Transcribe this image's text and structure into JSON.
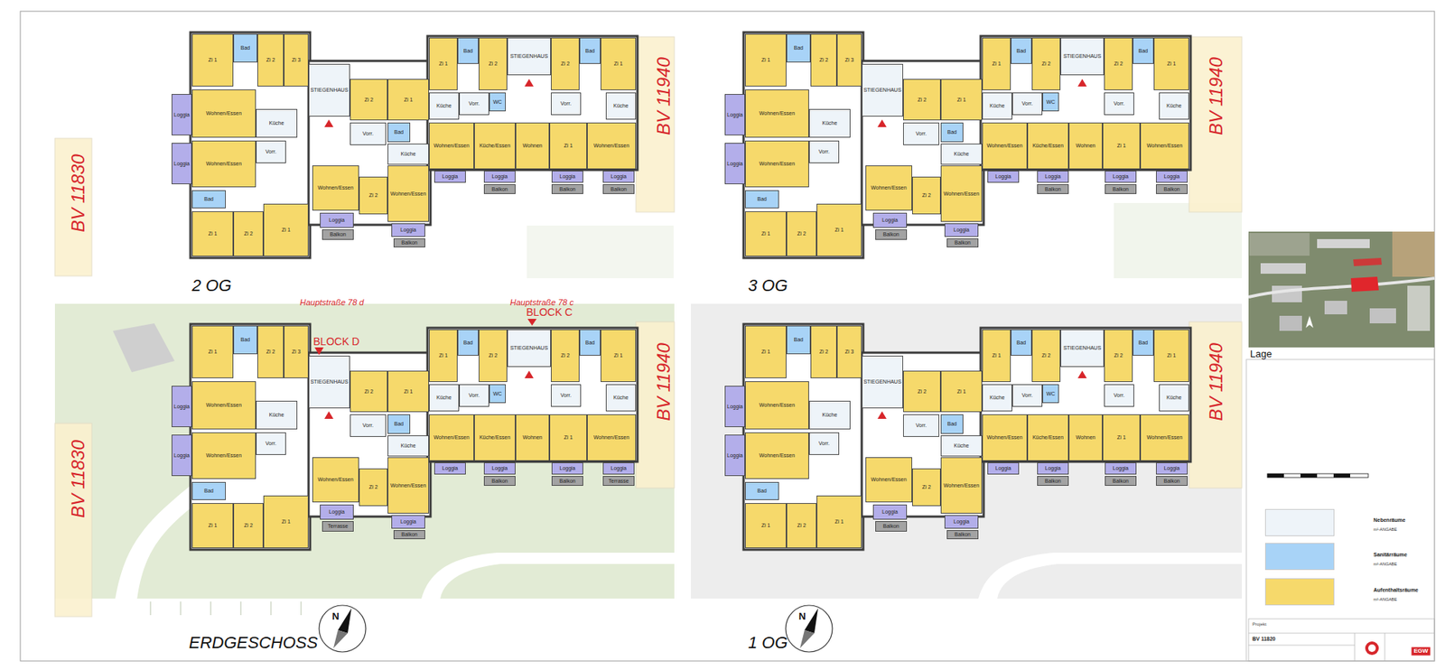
{
  "diagram": {
    "nodes": [
      {
        "text": [
          "2 OG"
        ]
      },
      {
        "text": [
          "Zi 1"
        ],
        "in": 0
      },
      {
        "text": [
          "Bad"
        ],
        "in": 0
      },
      {
        "text": [
          "Zi 2"
        ],
        "in": 0
      },
      {
        "text": [
          "Zi 3"
        ],
        "in": 0
      },
      {
        "text": [
          "Loggia"
        ],
        "in": 0
      },
      {
        "text": [
          "Wohnen/Essen"
        ],
        "in": 0
      },
      {
        "text": [
          "Küche"
        ],
        "in": 0
      },
      {
        "text": [
          "Loggia"
        ],
        "in": 0
      },
      {
        "text": [
          "Wohnen/Essen"
        ],
        "in": 0
      },
      {
        "text": [
          "Vorr."
        ],
        "in": 0
      },
      {
        "text": [
          "Bad"
        ],
        "in": 0
      },
      {
        "text": [
          "Zi 1"
        ],
        "in": 0
      },
      {
        "text": [
          "Zi 2"
        ],
        "in": 0
      },
      {
        "text": [
          "Zi 1"
        ],
        "in": 0
      },
      {
        "text": [
          "STIEGENHAUS"
        ],
        "in": 0
      },
      {
        "text": [
          "Zi 2"
        ],
        "in": 0
      },
      {
        "text": [
          "Zi 1"
        ],
        "in": 0
      },
      {
        "text": [
          "Vorr."
        ],
        "in": 0
      },
      {
        "text": [
          "Bad"
        ],
        "in": 0
      },
      {
        "text": [
          "Küche"
        ],
        "in": 0
      },
      {
        "text": [
          "Wohnen/Essen"
        ],
        "in": 0
      },
      {
        "text": [
          "Zi 2"
        ],
        "in": 0
      },
      {
        "text": [
          "Wohnen/Essen"
        ],
        "in": 0
      },
      {
        "text": [
          "Loggia"
        ],
        "in": 0
      },
      {
        "text": [
          "Balkon"
        ],
        "in": 0
      },
      {
        "text": [
          "Loggia"
        ],
        "in": 0
      },
      {
        "text": [
          "Balkon"
        ],
        "in": 0
      },
      {
        "text": [
          "Zi 1"
        ],
        "in": 0
      },
      {
        "text": [
          "Bad"
        ],
        "in": 0
      },
      {
        "text": [
          "Zi 2"
        ],
        "in": 0
      },
      {
        "text": [
          "STIEGENHAUS"
        ],
        "in": 0
      },
      {
        "text": [
          "Zi 2"
        ],
        "in": 0
      },
      {
        "text": [
          "Bad"
        ],
        "in": 0
      },
      {
        "text": [
          "Zi 1"
        ],
        "in": 0
      },
      {
        "text": [
          "Küche"
        ],
        "in": 0
      },
      {
        "text": [
          "Vorr."
        ],
        "in": 0
      },
      {
        "text": [
          "WC"
        ],
        "in": 0
      },
      {
        "text": [
          "Vorr."
        ],
        "in": 0
      },
      {
        "text": [
          "Küche"
        ],
        "in": 0
      },
      {
        "text": [
          "Wohnen/Essen"
        ],
        "in": 0
      },
      {
        "text": [
          "Küche/Essen"
        ],
        "in": 0
      },
      {
        "text": [
          "Wohnen"
        ],
        "in": 0
      },
      {
        "text": [
          "Zi 1"
        ],
        "in": 0
      },
      {
        "text": [
          "Wohnen/Essen"
        ],
        "in": 0
      },
      {
        "text": [
          "Loggia"
        ],
        "in": 0
      },
      {
        "text": [
          "Loggia"
        ],
        "in": 0
      },
      {
        "text": [
          "Loggia"
        ],
        "in": 0
      },
      {
        "text": [
          "Loggia"
        ],
        "in": 0
      },
      {
        "text": [
          "Balkon"
        ],
        "in": 0
      },
      {
        "text": [
          "Balkon"
        ],
        "in": 0
      },
      {
        "text": [
          "Balkon"
        ],
        "in": 0
      },
      {
        "text": [
          "3 OG"
        ]
      },
      {
        "text": [
          "Zi 1"
        ],
        "in": 52
      },
      {
        "text": [
          "Bad"
        ],
        "in": 52
      },
      {
        "text": [
          "Zi 2"
        ],
        "in": 52
      },
      {
        "text": [
          "Zi 3"
        ],
        "in": 52
      },
      {
        "text": [
          "Loggia"
        ],
        "in": 52
      },
      {
        "text": [
          "Wohnen/Essen"
        ],
        "in": 52
      },
      {
        "text": [
          "Küche"
        ],
        "in": 52
      },
      {
        "text": [
          "Loggia"
        ],
        "in": 52
      },
      {
        "text": [
          "Wohnen/Essen"
        ],
        "in": 52
      },
      {
        "text": [
          "Vorr."
        ],
        "in": 52
      },
      {
        "text": [
          "Bad"
        ],
        "in": 52
      },
      {
        "text": [
          "Zi 1"
        ],
        "in": 52
      },
      {
        "text": [
          "Zi 2"
        ],
        "in": 52
      },
      {
        "text": [
          "Zi 1"
        ],
        "in": 52
      },
      {
        "text": [
          "STIEGENHAUS"
        ],
        "in": 52
      },
      {
        "text": [
          "Zi 2"
        ],
        "in": 52
      },
      {
        "text": [
          "Zi 1"
        ],
        "in": 52
      },
      {
        "text": [
          "Vorr."
        ],
        "in": 52
      },
      {
        "text": [
          "Bad"
        ],
        "in": 52
      },
      {
        "text": [
          "Küche"
        ],
        "in": 52
      },
      {
        "text": [
          "Wohnen/Essen"
        ],
        "in": 52
      },
      {
        "text": [
          "Zi 2"
        ],
        "in": 52
      },
      {
        "text": [
          "Wohnen/Essen"
        ],
        "in": 52
      },
      {
        "text": [
          "Loggia"
        ],
        "in": 52
      },
      {
        "text": [
          "Balkon"
        ],
        "in": 52
      },
      {
        "text": [
          "Loggia"
        ],
        "in": 52
      },
      {
        "text": [
          "Balkon"
        ],
        "in": 52
      },
      {
        "text": [
          "Zi 1"
        ],
        "in": 52
      },
      {
        "text": [
          "Bad"
        ],
        "in": 52
      },
      {
        "text": [
          "Zi 2"
        ],
        "in": 52
      },
      {
        "text": [
          "STIEGENHAUS"
        ],
        "in": 52
      },
      {
        "text": [
          "Zi 2"
        ],
        "in": 52
      },
      {
        "text": [
          "Bad"
        ],
        "in": 52
      },
      {
        "text": [
          "Zi 1"
        ],
        "in": 52
      },
      {
        "text": [
          "Küche"
        ],
        "in": 52
      },
      {
        "text": [
          "Vorr."
        ],
        "in": 52
      },
      {
        "text": [
          "WC"
        ],
        "in": 52
      },
      {
        "text": [
          "Vorr."
        ],
        "in": 52
      },
      {
        "text": [
          "Küche"
        ],
        "in": 52
      },
      {
        "text": [
          "Wohnen/Essen"
        ],
        "in": 52
      },
      {
        "text": [
          "Küche/Essen"
        ],
        "in": 52
      },
      {
        "text": [
          "Wohnen"
        ],
        "in": 52
      },
      {
        "text": [
          "Zi 1"
        ],
        "in": 52
      },
      {
        "text": [
          "Wohnen/Essen"
        ],
        "in": 52
      },
      {
        "text": [
          "Loggia"
        ],
        "in": 52
      },
      {
        "text": [
          "Loggia"
        ],
        "in": 52
      },
      {
        "text": [
          "Loggia"
        ],
        "in": 52
      },
      {
        "text": [
          "Loggia"
        ],
        "in": 52
      },
      {
        "text": [
          "Balkon"
        ],
        "in": 52
      },
      {
        "text": [
          "Balkon"
        ],
        "in": 52
      },
      {
        "text": [
          "Balkon"
        ],
        "in": 52
      },
      {
        "text": [
          "ERDGESCHOSS"
        ]
      },
      {
        "text": [
          "Zi 1"
        ],
        "in": 104
      },
      {
        "text": [
          "Bad"
        ],
        "in": 104
      },
      {
        "text": [
          "Zi 2"
        ],
        "in": 104
      },
      {
        "text": [
          "Zi 3"
        ],
        "in": 104
      },
      {
        "text": [
          "Loggia"
        ],
        "in": 104
      },
      {
        "text": [
          "Wohnen/Essen"
        ],
        "in": 104
      },
      {
        "text": [
          "Küche"
        ],
        "in": 104
      },
      {
        "text": [
          "Loggia"
        ],
        "in": 104
      },
      {
        "text": [
          "Wohnen/Essen"
        ],
        "in": 104
      },
      {
        "text": [
          "Vorr."
        ],
        "in": 104
      },
      {
        "text": [
          "Bad"
        ],
        "in": 104
      },
      {
        "text": [
          "Zi 1"
        ],
        "in": 104
      },
      {
        "text": [
          "Zi 2"
        ],
        "in": 104
      },
      {
        "text": [
          "Zi 1"
        ],
        "in": 104
      },
      {
        "text": [
          "STIEGENHAUS"
        ],
        "in": 104
      },
      {
        "text": [
          "Zi 2"
        ],
        "in": 104
      },
      {
        "text": [
          "Zi 1"
        ],
        "in": 104
      },
      {
        "text": [
          "Vorr."
        ],
        "in": 104
      },
      {
        "text": [
          "Bad"
        ],
        "in": 104
      },
      {
        "text": [
          "Küche"
        ],
        "in": 104
      },
      {
        "text": [
          "Wohnen/Essen"
        ],
        "in": 104
      },
      {
        "text": [
          "Zi 2"
        ],
        "in": 104
      },
      {
        "text": [
          "Wohnen/Essen"
        ],
        "in": 104
      },
      {
        "text": [
          "Loggia"
        ],
        "in": 104
      },
      {
        "text": [
          "Terrasse"
        ],
        "in": 104
      },
      {
        "text": [
          "Loggia"
        ],
        "in": 104
      },
      {
        "text": [
          "Balkon"
        ],
        "in": 104
      },
      {
        "text": [
          "Zi 1"
        ],
        "in": 104
      },
      {
        "text": [
          "Bad"
        ],
        "in": 104
      },
      {
        "text": [
          "Zi 2"
        ],
        "in": 104
      },
      {
        "text": [
          "STIEGENHAUS"
        ],
        "in": 104
      },
      {
        "text": [
          "Zi 2"
        ],
        "in": 104
      },
      {
        "text": [
          "Bad"
        ],
        "in": 104
      },
      {
        "text": [
          "Zi 1"
        ],
        "in": 104
      },
      {
        "text": [
          "Küche"
        ],
        "in": 104
      },
      {
        "text": [
          "Vorr."
        ],
        "in": 104
      },
      {
        "text": [
          "WC"
        ],
        "in": 104
      },
      {
        "text": [
          "Vorr."
        ],
        "in": 104
      },
      {
        "text": [
          "Küche"
        ],
        "in": 104
      },
      {
        "text": [
          "Wohnen/Essen"
        ],
        "in": 104
      },
      {
        "text": [
          "Küche/Essen"
        ],
        "in": 104
      },
      {
        "text": [
          "Wohnen"
        ],
        "in": 104
      },
      {
        "text": [
          "Zi 1"
        ],
        "in": 104
      },
      {
        "text": [
          "Wohnen/Essen"
        ],
        "in": 104
      },
      {
        "text": [
          "Loggia"
        ],
        "in": 104
      },
      {
        "text": [
          "Loggia"
        ],
        "in": 104
      },
      {
        "text": [
          "Loggia"
        ],
        "in": 104
      },
      {
        "text": [
          "Loggia"
        ],
        "in": 104
      },
      {
        "text": [
          "Balkon"
        ],
        "in": 104
      },
      {
        "text": [
          "Balkon"
        ],
        "in": 104
      },
      {
        "text": [
          "Terrasse"
        ],
        "in": 104
      },
      {
        "text": [
          "1 OG"
        ]
      },
      {
        "text": [
          "Zi 1"
        ],
        "in": 156
      },
      {
        "text": [
          "Bad"
        ],
        "in": 156
      },
      {
        "text": [
          "Zi 2"
        ],
        "in": 156
      },
      {
        "text": [
          "Zi 3"
        ],
        "in": 156
      },
      {
        "text": [
          "Loggia"
        ],
        "in": 156
      },
      {
        "text": [
          "Wohnen/Essen"
        ],
        "in": 156
      },
      {
        "text": [
          "Küche"
        ],
        "in": 156
      },
      {
        "text": [
          "Loggia"
        ],
        "in": 156
      },
      {
        "text": [
          "Wohnen/Essen"
        ],
        "in": 156
      },
      {
        "text": [
          "Vorr."
        ],
        "in": 156
      },
      {
        "text": [
          "Bad"
        ],
        "in": 156
      },
      {
        "text": [
          "Zi 1"
        ],
        "in": 156
      },
      {
        "text": [
          "Zi 2"
        ],
        "in": 156
      },
      {
        "text": [
          "Zi 1"
        ],
        "in": 156
      },
      {
        "text": [
          "STIEGENHAUS"
        ],
        "in": 156
      },
      {
        "text": [
          "Zi 2"
        ],
        "in": 156
      },
      {
        "text": [
          "Zi 1"
        ],
        "in": 156
      },
      {
        "text": [
          "Vorr."
        ],
        "in": 156
      },
      {
        "text": [
          "Bad"
        ],
        "in": 156
      },
      {
        "text": [
          "Küche"
        ],
        "in": 156
      },
      {
        "text": [
          "Wohnen/Essen"
        ],
        "in": 156
      },
      {
        "text": [
          "Zi 2"
        ],
        "in": 156
      },
      {
        "text": [
          "Wohnen/Essen"
        ],
        "in": 156
      },
      {
        "text": [
          "Loggia"
        ],
        "in": 156
      },
      {
        "text": [
          "Balkon"
        ],
        "in": 156
      },
      {
        "text": [
          "Loggia"
        ],
        "in": 156
      },
      {
        "text": [
          "Balkon"
        ],
        "in": 156
      },
      {
        "text": [
          "Zi 1"
        ],
        "in": 156
      },
      {
        "text": [
          "Bad"
        ],
        "in": 156
      },
      {
        "text": [
          "Zi 2"
        ],
        "in": 156
      },
      {
        "text": [
          "STIEGENHAUS"
        ],
        "in": 156
      },
      {
        "text": [
          "Zi 2"
        ],
        "in": 156
      },
      {
        "text": [
          "Bad"
        ],
        "in": 156
      },
      {
        "text": [
          "Zi 1"
        ],
        "in": 156
      },
      {
        "text": [
          "Küche"
        ],
        "in": 156
      },
      {
        "text": [
          "Vorr."
        ],
        "in": 156
      },
      {
        "text": [
          "WC"
        ],
        "in": 156
      },
      {
        "text": [
          "Vorr."
        ],
        "in": 156
      },
      {
        "text": [
          "Küche"
        ],
        "in": 156
      },
      {
        "text": [
          "Wohnen/Essen"
        ],
        "in": 156
      },
      {
        "text": [
          "Küche/Essen"
        ],
        "in": 156
      },
      {
        "text": [
          "Wohnen"
        ],
        "in": 156
      },
      {
        "text": [
          "Zi 1"
        ],
        "in": 156
      },
      {
        "text": [
          "Wohnen/Essen"
        ],
        "in": 156
      },
      {
        "text": [
          "Loggia"
        ],
        "in": 156
      },
      {
        "text": [
          "Loggia"
        ],
        "in": 156
      },
      {
        "text": [
          "Loggia"
        ],
        "in": 156
      },
      {
        "text": [
          "Loggia"
        ],
        "in": 156
      },
      {
        "text": [
          "Balkon"
        ],
        "in": 156
      },
      {
        "text": [
          "Balkon"
        ],
        "in": 156
      },
      {
        "text": [
          "Balkon"
        ],
        "in": 156
      }
    ],
    "labels": [
      "BV 11830",
      "BV 11830",
      "BV 11940",
      "BV 11940",
      "BV 11940",
      "BV 11940",
      "Hauptstraße 78 d",
      "Hauptstraße 78 c",
      "BLOCK D",
      "BLOCK C",
      "Lage",
      "m²-ANGABE",
      "m²-ANGABE",
      "m²-ANGABE",
      "N",
      "N",
      "Projekt",
      "BV 11820",
      "EGW"
    ],
    "legend": [
      {
        "text": "Nebenräume",
        "color": "#eef4f9"
      },
      {
        "text": "Sanitärräume",
        "color": "#a8d3f7"
      },
      {
        "text": "Aufenthaltsräume",
        "color": "#f6d96b"
      }
    ]
  }
}
